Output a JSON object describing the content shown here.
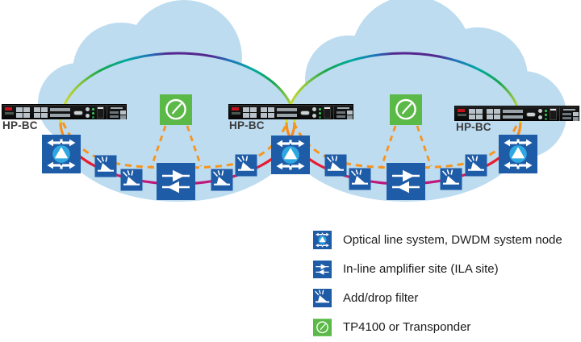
{
  "diagram": {
    "devices": [
      {
        "label": "HP-BC"
      },
      {
        "label": "HP-BC"
      },
      {
        "label": "HP-BC"
      }
    ],
    "node_counts": {
      "dwdm_system_nodes": 3,
      "ila_sites": 2,
      "add_drop_filters": 8,
      "transponder_clocks": 2
    }
  },
  "legend": {
    "items": [
      {
        "icon": "dwdm-node-icon",
        "label": "Optical line system, DWDM system node"
      },
      {
        "icon": "ila-icon",
        "label": "In-line amplifier site (ILA site)"
      },
      {
        "icon": "add-drop-filter-icon",
        "label": "Add/drop filter"
      },
      {
        "icon": "clock-icon",
        "label": "TP4100 or Transponder"
      }
    ]
  },
  "colors": {
    "cloud": "#BDDCF0",
    "icon_blue": "#1E5CA8",
    "icon_light_blue": "#2FA8E1",
    "clock_green": "#5BB947",
    "dashed_orange": "#F7941D",
    "arc_red": "#EC1C24",
    "arc_magenta": "#AD1677",
    "arc_purple": "#54278E",
    "arc_green": "#17A64E",
    "arc_yellow": "#D8DE24",
    "label_text": "#3B3B3B",
    "legend_text": "#1C1C1C"
  }
}
